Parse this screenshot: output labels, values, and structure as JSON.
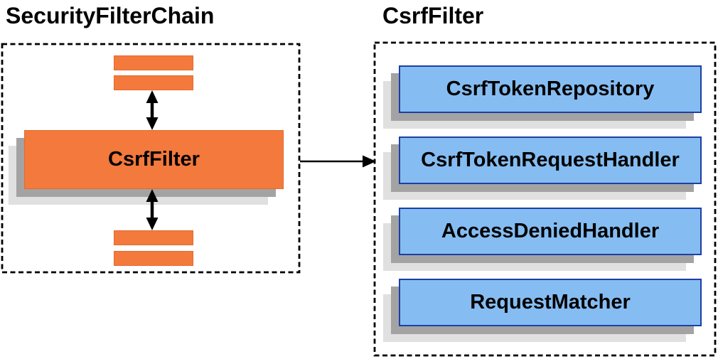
{
  "left_panel": {
    "title": "SecurityFilterChain",
    "csrf_filter_label": "CsrfFilter"
  },
  "right_panel": {
    "title": "CsrfFilter",
    "components": [
      "CsrfTokenRepository",
      "CsrfTokenRequestHandler",
      "AccessDeniedHandler",
      "RequestMatcher"
    ]
  },
  "colors": {
    "box_orange": "#F4793C",
    "box_orange_border": "#E26B2E",
    "box_blue": "#85BDF2",
    "box_blue_border": "#1E3FA5",
    "shadow_dark": "#A3A3A3",
    "shadow_light": "#E0E0E0",
    "arrow": "#000000"
  }
}
